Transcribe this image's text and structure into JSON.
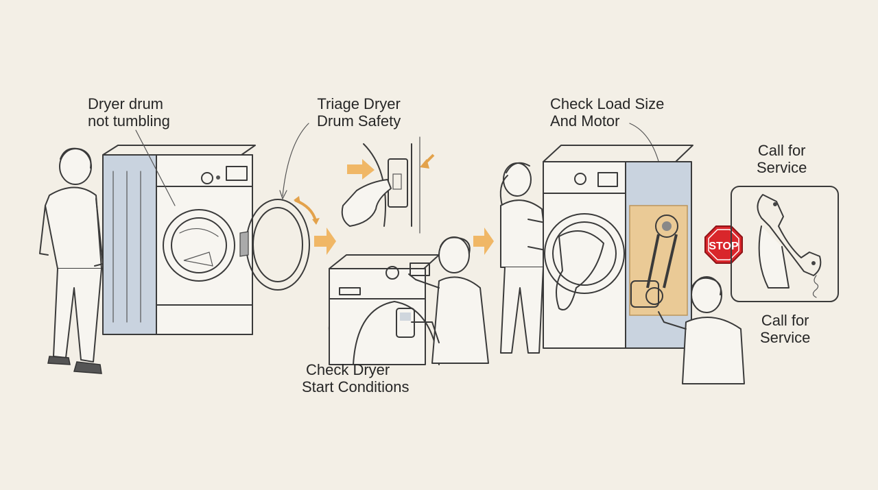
{
  "labels": {
    "dryer_drum": [
      "Dryer drum",
      "not tumbling"
    ],
    "triage": [
      "Triage Dryer",
      "Drum Safety"
    ],
    "check_start": [
      "Check Dryer",
      "Start Conditions"
    ],
    "check_load": [
      "Check Load Size",
      "And Motor"
    ],
    "call_top": [
      "Call for",
      "Service"
    ],
    "call_bottom": [
      "Call for",
      "Service"
    ],
    "stop_sign": "STOP"
  },
  "colors": {
    "background": "#f3efe6",
    "accent_orange": "#f0b766",
    "stop_red": "#d9262b",
    "steel_blue": "#c9d3df"
  },
  "icons": [
    "phone-handset-icon",
    "stop-sign-icon",
    "flow-arrow-icon"
  ]
}
